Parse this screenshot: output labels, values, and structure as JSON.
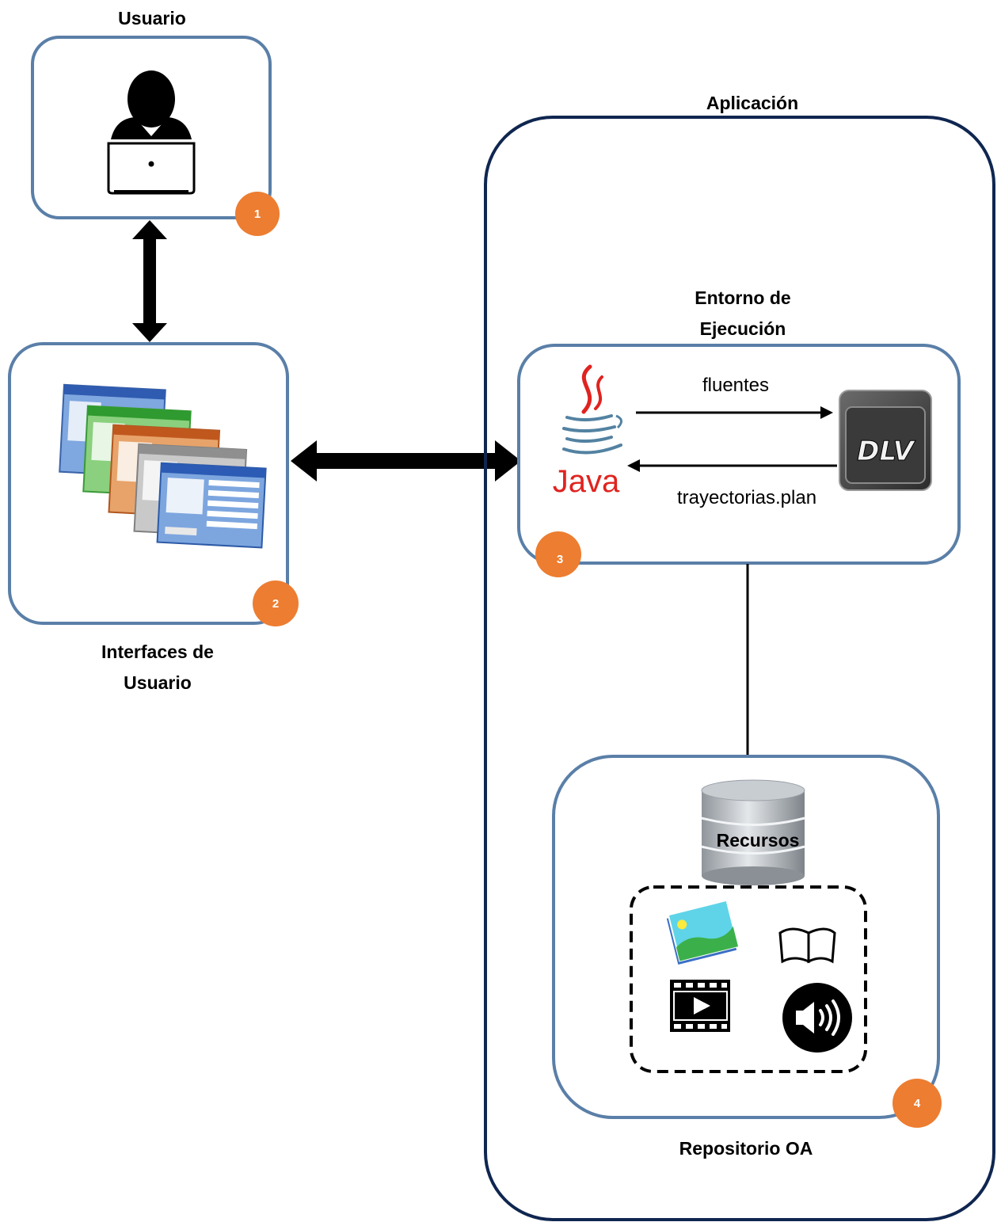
{
  "labels": {
    "usuario": "Usuario",
    "aplicacion": "Aplicación",
    "entorno_line1": "Entorno de",
    "entorno_line2": "Ejecución",
    "interfaces_line1": "Interfaces de",
    "interfaces_line2": "Usuario",
    "repositorio": "Repositorio OA",
    "recursos": "Recursos",
    "fluentes": "fluentes",
    "trayectorias": "trayectorias.plan",
    "java_logo": "Java",
    "dlv_logo": "DLV"
  },
  "badges": [
    "1",
    "2",
    "3",
    "4"
  ],
  "colors": {
    "box_border": "#5a7fa8",
    "app_border": "#0f2650",
    "badge": "#ed7d31",
    "java_red": "#e0231f",
    "java_blue": "#5382a1"
  },
  "icons": [
    "user-laptop-icon",
    "windows-stack-icon",
    "java-logo-icon",
    "dlv-logo-icon",
    "database-icon",
    "image-icon",
    "book-icon",
    "video-icon",
    "audio-icon"
  ]
}
